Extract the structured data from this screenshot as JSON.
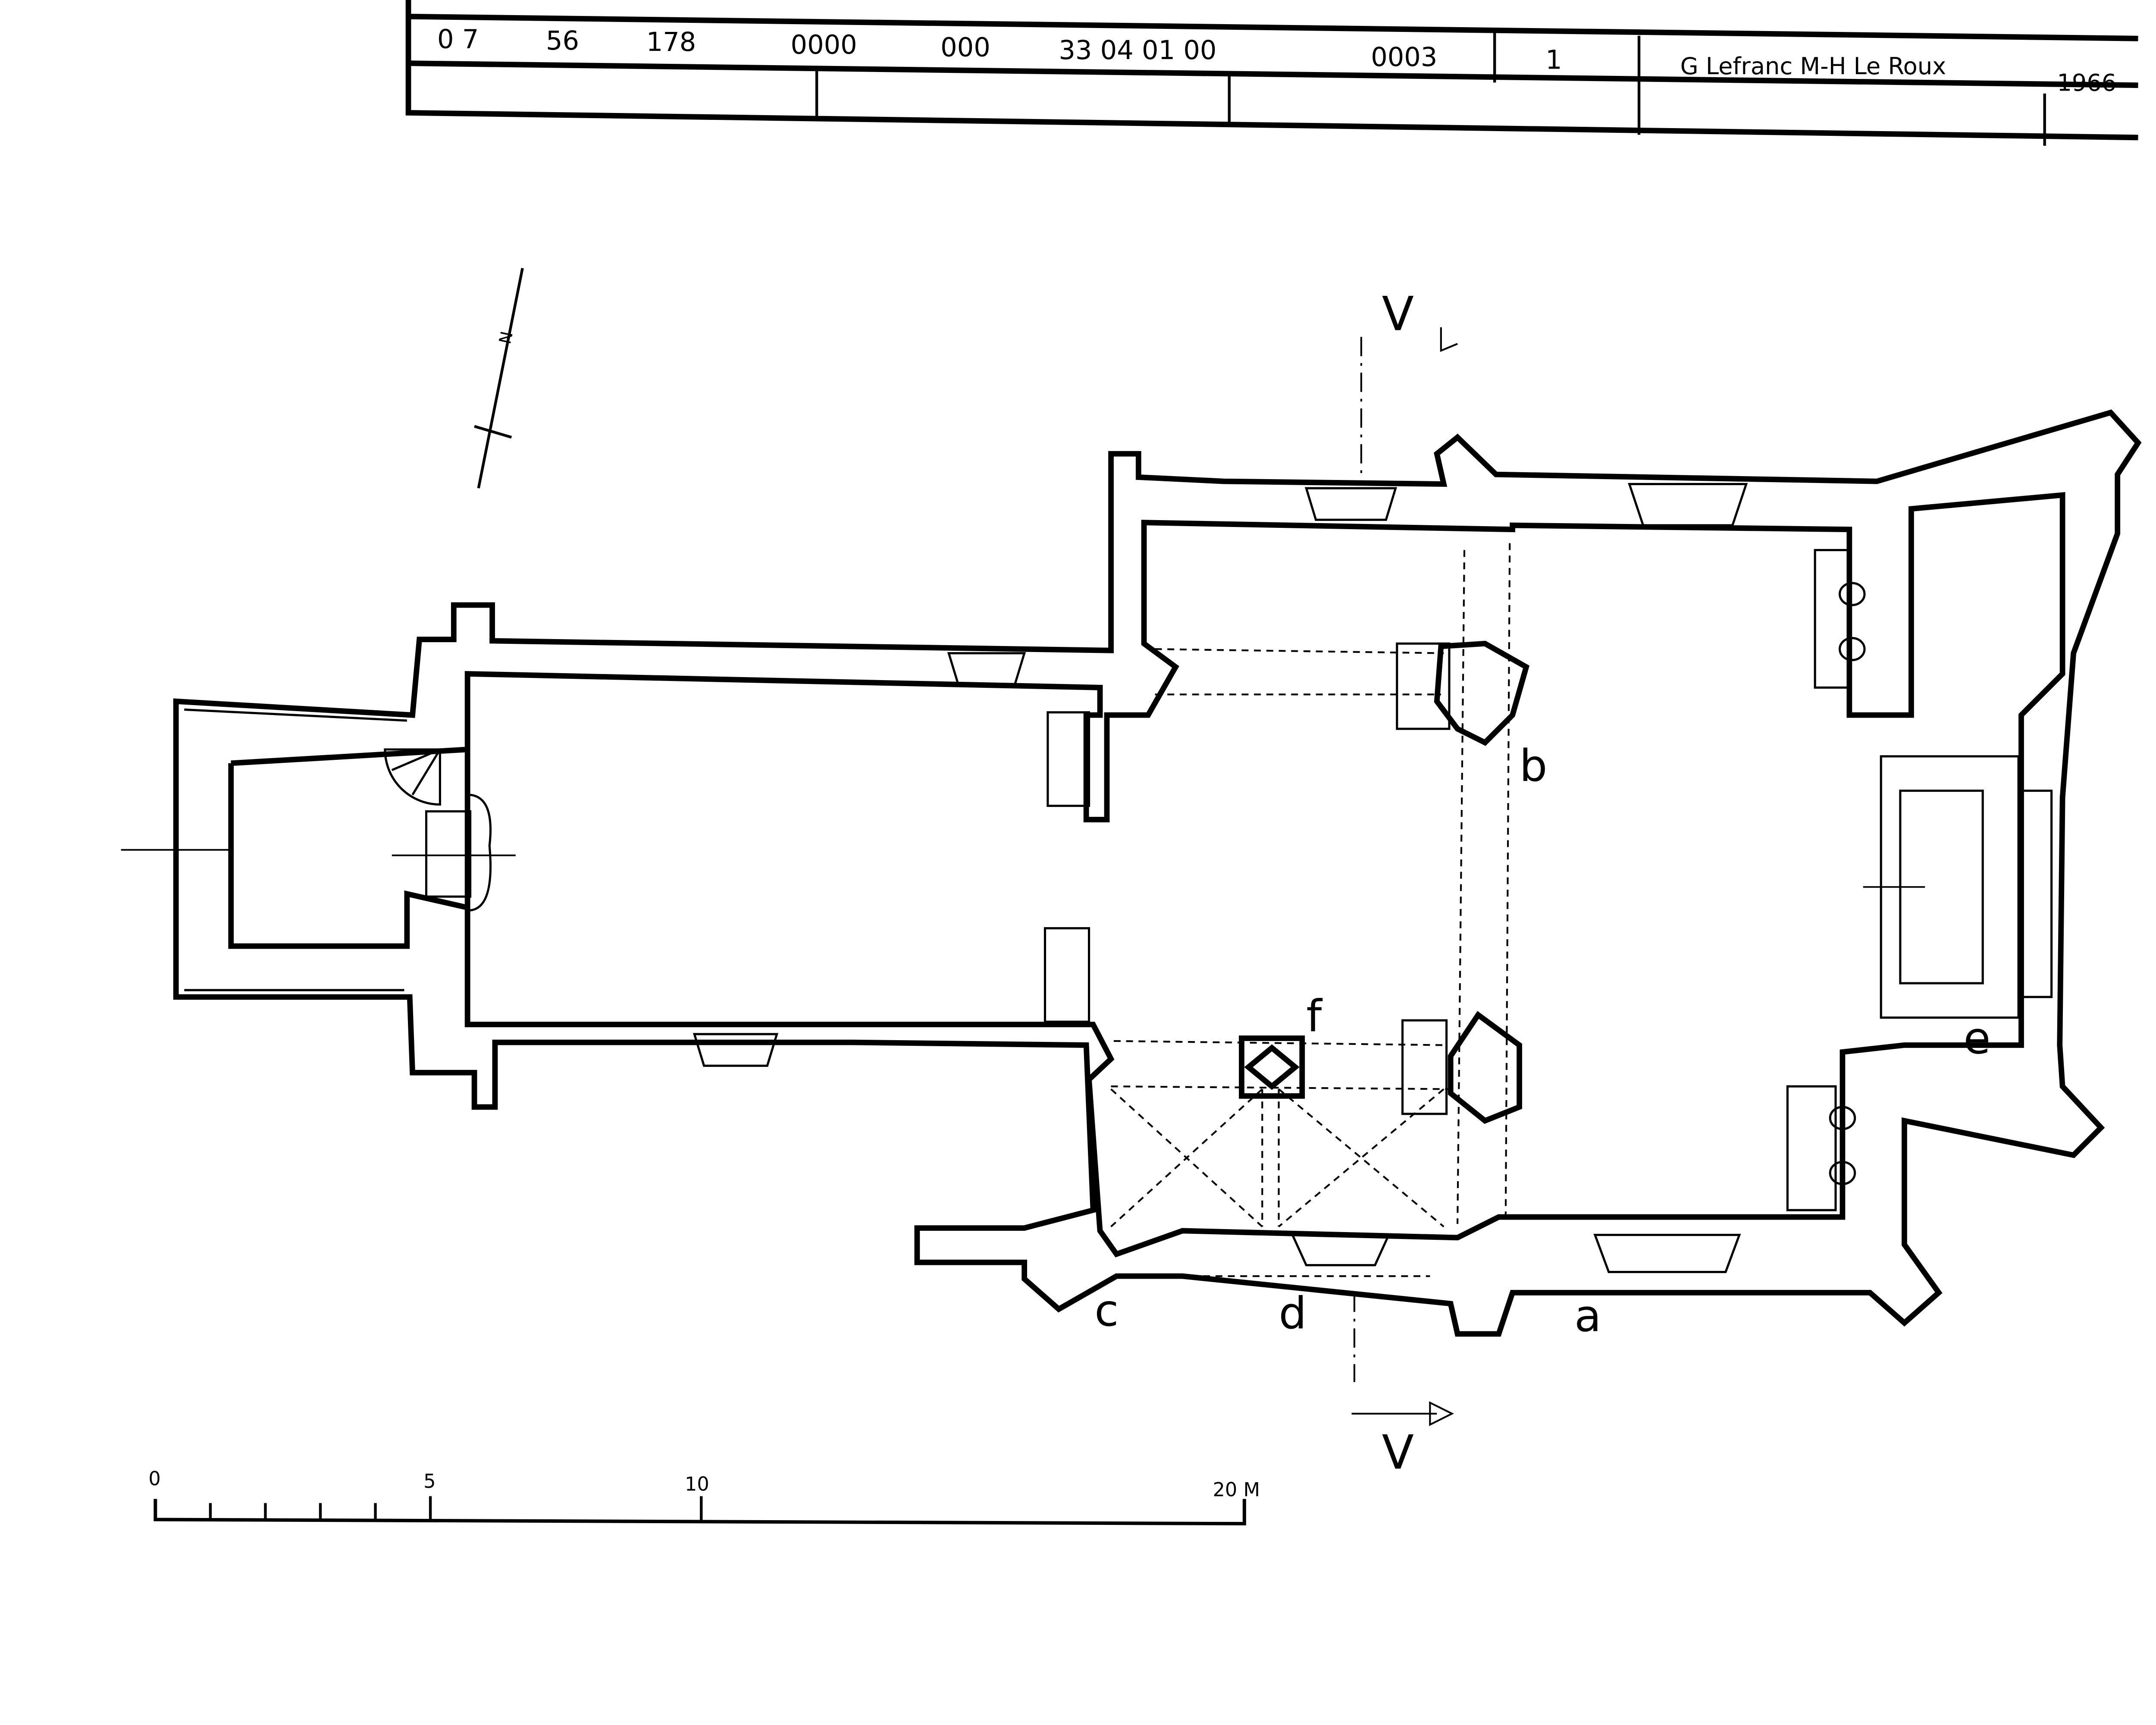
{
  "title_block": {
    "codes": [
      "0 7",
      "56",
      "178",
      "0000",
      "000",
      "33 04 01 00",
      "0003"
    ],
    "sheet": "1",
    "authors": "G Lefranc  M-H Le Roux",
    "year": "1966"
  },
  "plan": {
    "north_label": "N",
    "section_label_top": "V",
    "section_label_bottom": "V",
    "labels": {
      "a": "a",
      "b": "b",
      "c": "c",
      "d": "d",
      "e": "e",
      "f": "f"
    }
  },
  "scale_bar": {
    "ticks": [
      "0",
      "5",
      "10",
      "20 M"
    ]
  }
}
